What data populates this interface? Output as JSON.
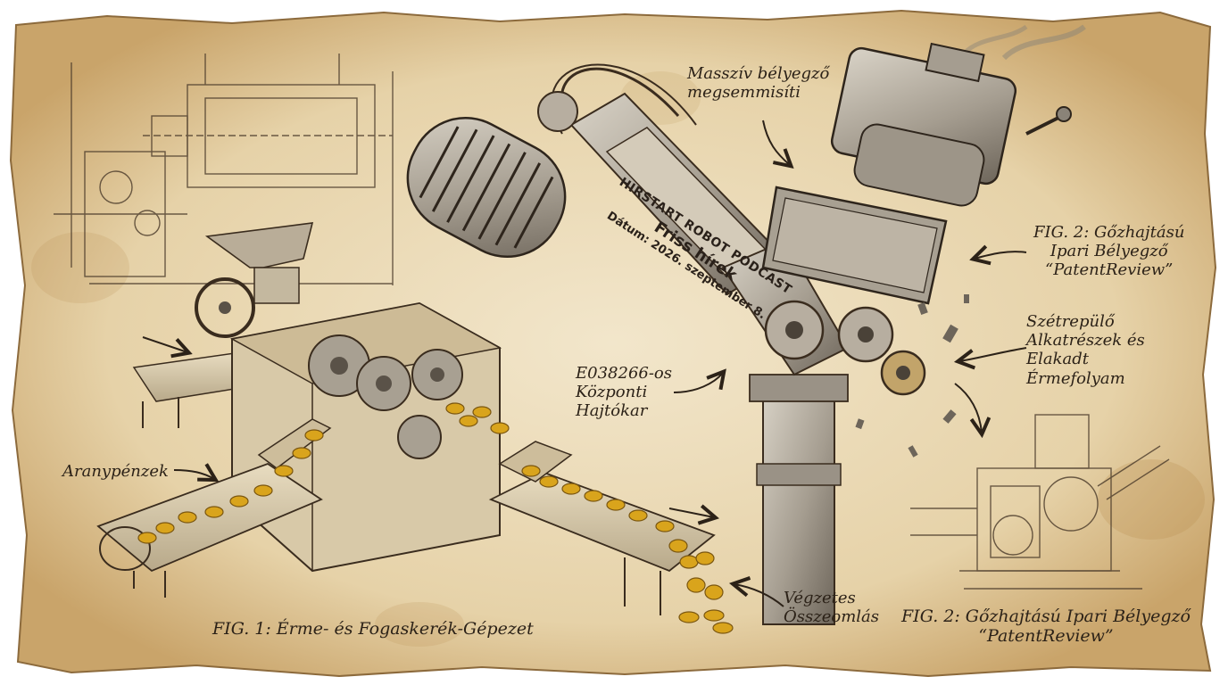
{
  "colors": {
    "paper": "#efe2c4",
    "paper_dark": "#c9a46a",
    "ink": "#3a2c1e",
    "metal": "#a7a095",
    "metal_dark": "#5a5248",
    "gold": "#d9a41c"
  },
  "plate": {
    "line1": "HIRSTART ROBOT PODCAST",
    "line2": "Friss hírek",
    "line3": "Dátum: 2026. szeptember 8."
  },
  "labels": {
    "press_destroys": "Masszív bélyegző\nmegsemmisíti",
    "fig2_right_top": "FIG. 2: Gőzhajtású\nIpari Bélyegző\n“PatentReview”",
    "flying_parts": "Szétrepülő\nAlkatrészek és\nElakadt\nÉrmefolyam",
    "crank": "E038266-os\nKözponti\nHajtókar",
    "coins": "Aranypénzek",
    "collapse": "Végzetes\nÖsszeomlás",
    "fig1": "FIG. 1: Érme- és Fogaskerék-Gépezet",
    "fig2_bottom": "FIG. 2: Gőzhajtású Ipari Bélyegző\n“PatentReview”"
  },
  "icons": [
    "microphone-icon",
    "gear-icon",
    "coin-icon",
    "arrow-icon"
  ]
}
